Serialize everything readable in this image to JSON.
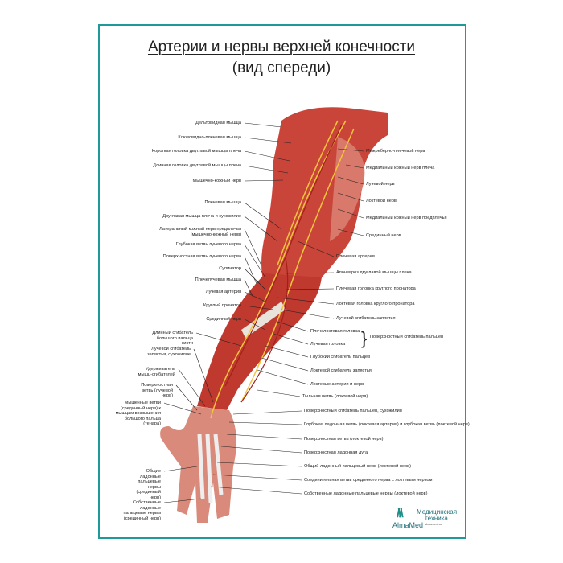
{
  "title": {
    "line1": "Артерии и нервы верхней конечности",
    "line2": "(вид спереди)"
  },
  "left_labels": [
    "Дельтовидная мышца",
    "Клювовидно-плечевая мышца",
    "Короткая головка двуглавой мышцы плеча",
    "Длинная головка двуглавой мышцы плеча",
    "Мышечно-кожный нерв",
    "Плечевая мышца",
    "Двуглавая мышца плеча и сухожилие",
    "Латеральный кожный нерв предплечья (мышечно-кожный нерв)",
    "Глубокая ветвь лучевого нерва",
    "Поверхностная ветвь лучевого нерва",
    "Супинатор",
    "Плечелучевая мышца",
    "Лучевая артерия",
    "Круглый пронатор",
    "Срединный нерв",
    "Длинный сгибатель большого пальца кисти",
    "Лучевой сгибатель запястья, сухожилие",
    "Удерживатель мышц-сгибателей",
    "Поверхностная ветвь (лучевой нерв)",
    "Мышечные ветви (срединный нерв) к мышцам возвышения большого пальца (тенара)",
    "Общие ладонные пальцевые нервы (срединный нерв)",
    "Собственные ладонные пальцевые нервы (срединный нерв)"
  ],
  "right_labels": [
    "Межреберно-плечевой нерв",
    "Медиальный кожный нерв плеча",
    "Лучевой нерв",
    "Локтевой нерв",
    "Медиальный кожный нерв предплечья",
    "Срединный нерв",
    "Плечевая артерия",
    "Апоневроз двуглавой мышцы плеча",
    "Плечевая головка круглого пронатора",
    "Локтевая головка круглого пронатора",
    "Лучевой сгибатель запястья",
    "Плечелоктевая головка",
    "Лучевая головка",
    "Глубокий сгибатель пальцев",
    "Локтевой сгибатель запястья",
    "Локтевые артерия и нерв",
    "Тыльная ветвь (локтевой нерв)",
    "Поверхностный сгибатель пальцев, сухожилия",
    "Глубокая ладонная ветвь (локтевая артерия) и глубокая ветвь (локтевой нерв)",
    "Поверхностная ветвь (локтевой нерв)",
    "Поверхностная ладонная дуга",
    "Общий ладонный пальцевый нерв (локтевой нерв)",
    "Соединительная ветвь срединного нерва с локтевым нервом",
    "Собственные ладонные пальцевые нервы (локтевой нерв)"
  ],
  "brace_label": "Поверхностный сгибатель пальцев",
  "logo": {
    "brand": "AlmaMed",
    "name_line1": "Медицинская",
    "name_line2": "техника",
    "site": "almamed.su"
  },
  "colors": {
    "border": "#1f9a9a",
    "muscle": "#c9453a",
    "nerve": "#f2c53d",
    "tendon": "#e8e4dc"
  }
}
